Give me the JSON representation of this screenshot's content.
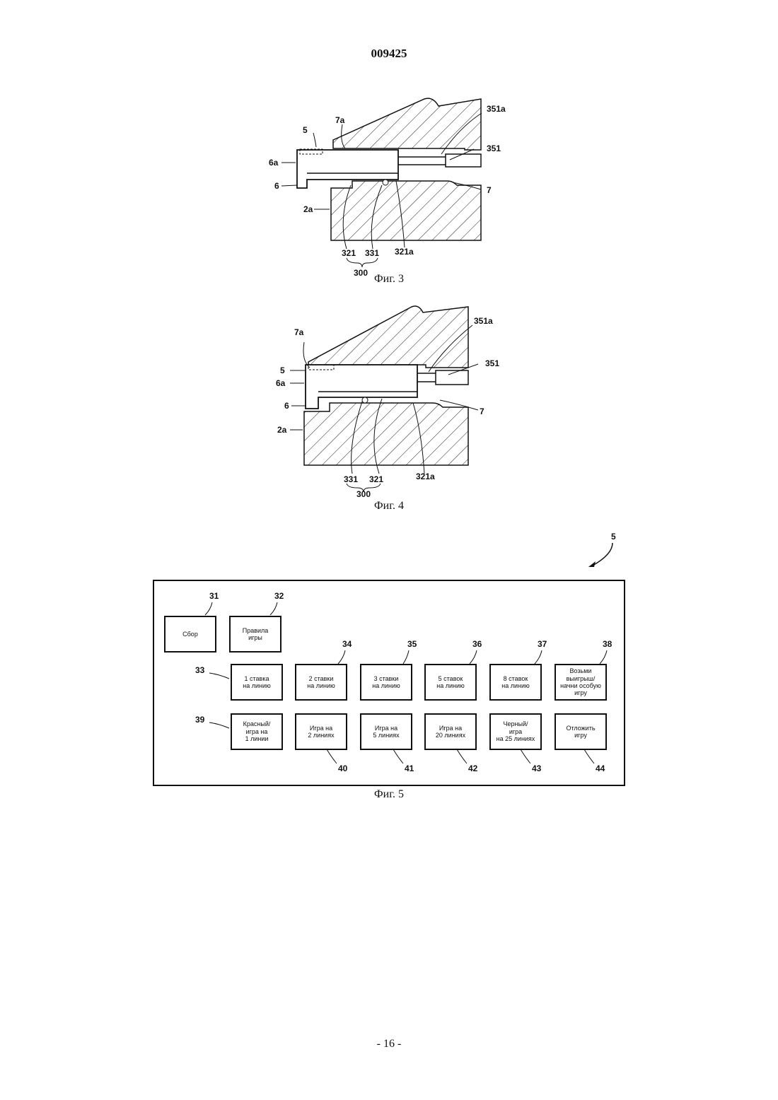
{
  "page_number": "009425",
  "footer": "- 16 -",
  "fig3": {
    "caption": "Фиг. 3",
    "labels": {
      "l5": "5",
      "l7a": "7a",
      "l351a": "351a",
      "l351": "351",
      "l6a": "6a",
      "l6": "6",
      "l7": "7",
      "l2a": "2a",
      "l321": "321",
      "l331": "331",
      "l321a": "321a",
      "l300": "300"
    }
  },
  "fig4": {
    "caption": "Фиг. 4",
    "labels": {
      "l7a": "7a",
      "l5": "5",
      "l6a": "6a",
      "l6": "6",
      "l2a": "2a",
      "l351a": "351a",
      "l351": "351",
      "l7": "7",
      "l331": "331",
      "l321": "321",
      "l321a": "321a",
      "l300": "300"
    }
  },
  "fig5": {
    "caption": "Фиг. 5",
    "panel_ref": "5",
    "buttons": [
      {
        "ref": "31",
        "label": "Сбор"
      },
      {
        "ref": "32",
        "label": "Правила\nигры"
      },
      {
        "ref": "33",
        "label": "1 ставка\nна линию"
      },
      {
        "ref": "34",
        "label": "2 ставки\nна линию"
      },
      {
        "ref": "35",
        "label": "3 ставки\nна линию"
      },
      {
        "ref": "36",
        "label": "5 ставок\nна линию"
      },
      {
        "ref": "37",
        "label": "8 ставок\nна линию"
      },
      {
        "ref": "38",
        "label": "Возьми\nвыигрыш/\nначни особую\nигру"
      },
      {
        "ref": "39",
        "label": "Красный/\nигра на\n1 линии"
      },
      {
        "ref": "40",
        "label": "Игра на\n2 линиях"
      },
      {
        "ref": "41",
        "label": "Игра на\n5 линиях"
      },
      {
        "ref": "42",
        "label": "Игра на\n20 линиях"
      },
      {
        "ref": "43",
        "label": "Черный/\nигра\nна 25 линиях"
      },
      {
        "ref": "44",
        "label": "Отложить\nигру"
      }
    ]
  }
}
